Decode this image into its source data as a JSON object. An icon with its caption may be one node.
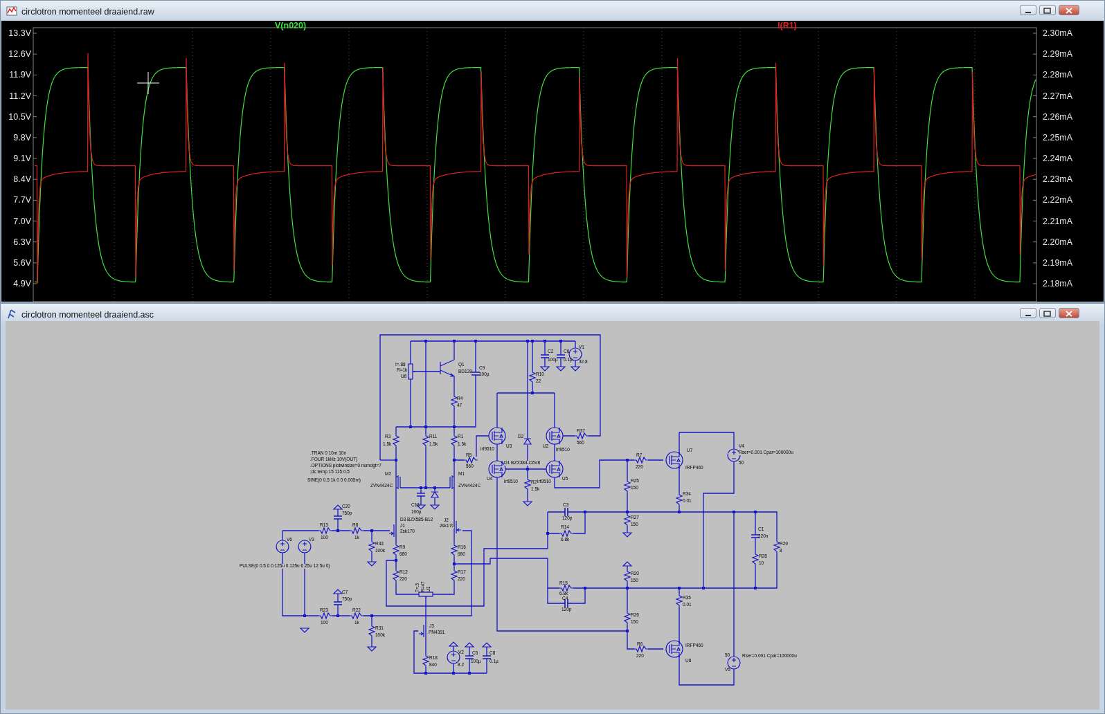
{
  "diagram": {
    "nodes": [
      {
        "text": [
          "circlotron momenteel draaiend.raw"
        ]
      },
      {
        "text": [
          "circlotron momenteel draaiend.asc"
        ]
      }
    ],
    "labels": [
      "V(n020)",
      "I(R1)",
      "13.3V",
      "12.6V",
      "11.9V",
      "11.2V",
      "10.5V",
      "9.8V",
      "9.1V",
      "8.4V",
      "7.7V",
      "7.0V",
      "6.3V",
      "5.6V",
      "4.9V",
      "2.30mA",
      "2.29mA",
      "2.28mA",
      "2.27mA",
      "2.26mA",
      "2.25mA",
      "2.24mA",
      "2.23mA",
      "2.22mA",
      "2.21mA",
      "2.20mA",
      "2.19mA",
      "2.18mA",
      "I=.88",
      "R=1k",
      "U6",
      "Q1",
      "BD139",
      "C9",
      "100µ",
      "C2",
      "100µ",
      "C6",
      "0.1µ",
      "V1",
      "32.8",
      "R10",
      "22",
      "R4",
      "47",
      "R3",
      "1.5k",
      "R11",
      "1.5k",
      "R1",
      "1.5k",
      "U3",
      "irf9510",
      "D2",
      "U2",
      "irf9510",
      "R37",
      "560",
      "R5",
      "560",
      "D1 BZX384-C6V8",
      "U4",
      "irf9510",
      "irf9510",
      "U5",
      "R2",
      "1.5k",
      "U7",
      "IRFP460",
      "V4",
      "Rser=0.001 Cpar=100000u",
      "50",
      ".TRAN 0 10m 10n",
      ".FOUR 1kHz 10V(OUT)",
      ".OPTIONS plotwinsize=0 numdgt=7",
      ";dc temp 15 115 0.5",
      "SINE(0 0.5 1k 0 0 0.005m)",
      "R7",
      "220",
      "M2",
      "ZVN4424C",
      "M1",
      "ZVN4424C",
      "R25",
      "150",
      "C13",
      "100µ",
      "R34",
      "0.01",
      "C20",
      "750p",
      "C3",
      "120p",
      "R27",
      "150",
      "D3 BZX585-B12",
      "R13",
      "100",
      "R8",
      "1k",
      "J1",
      "2sk170",
      "J2",
      "2sk170",
      "R14",
      "6.8k",
      "C1",
      "220n",
      "V6",
      "V3",
      "R33",
      "100k",
      "R9",
      "680",
      "R16",
      "680",
      "R29",
      "8",
      "R28",
      "10",
      "PULSE(0 0.5 0 0.125u 0.125u 6.25u 12.5u 0)",
      "R12",
      "220",
      "R17",
      "220",
      "R20",
      "150",
      "T=.5",
      "R=47",
      "U1",
      "R15",
      "6.8k",
      "C4",
      "120p",
      "R35",
      "0.01",
      "C7",
      "750p",
      "R23",
      "100",
      "R22",
      "1k",
      "R26",
      "150",
      "J3",
      "PN4391",
      "R31",
      "100k",
      "R6",
      "220",
      "IRFP460",
      "U8",
      "50",
      "Rser=0.001 Cpar=100000u",
      "V5",
      "V2",
      "8.2",
      "C5",
      "100µ",
      "C8",
      "0.1µ",
      "R18",
      "840"
    ]
  }
}
